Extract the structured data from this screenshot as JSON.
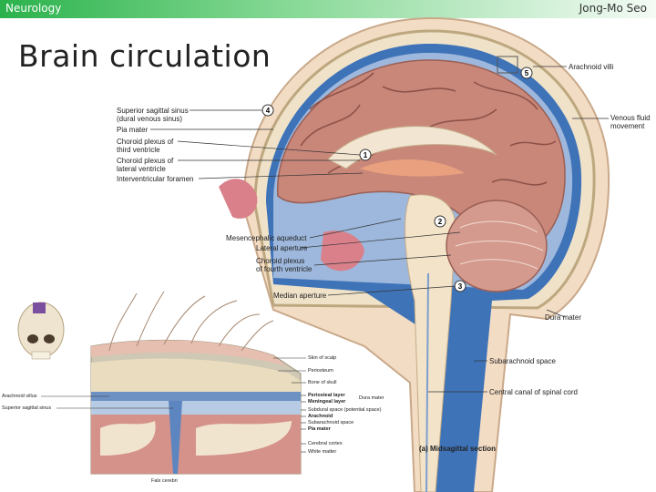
{
  "header": {
    "course": "Neurology",
    "author": "Jong-Mo Seo"
  },
  "slide": {
    "title": "Brain circulation"
  },
  "figure": {
    "left_labels": [
      "Superior sagittal sinus",
      "(dural venous sinus)",
      "Pia mater",
      "Choroid plexus of",
      "third ventricle",
      "Choroid plexus of",
      "lateral ventricle",
      "Interventricular foramen",
      "Mesencephalic aqueduct",
      "Lateral aperture",
      "Choroid plexus",
      "of fourth ventricle",
      "Median aperture"
    ],
    "right_labels": [
      "Arachnoid villi",
      "Venous fluid",
      "movement",
      "Dura mater",
      "Subarachnoid space",
      "Central canal of spinal cord"
    ],
    "numbers": [
      "1",
      "2",
      "3",
      "4",
      "5"
    ],
    "inset_labels": [
      "Skin of scalp",
      "Periosteum",
      "Bone of skull",
      "Periosteal layer",
      "Meningeal layer",
      "Dura mater",
      "Subdural space (potential space)",
      "Arachnoid",
      "Subarachnoid space",
      "Pia mater",
      "Cerebral cortex",
      "White matter"
    ],
    "inset_left_labels": [
      "Arachnoid villus",
      "Superior sagittal sinus"
    ],
    "inset_bottom_label": "Falx cerebri",
    "caption": "(a) Midsagittal section"
  }
}
